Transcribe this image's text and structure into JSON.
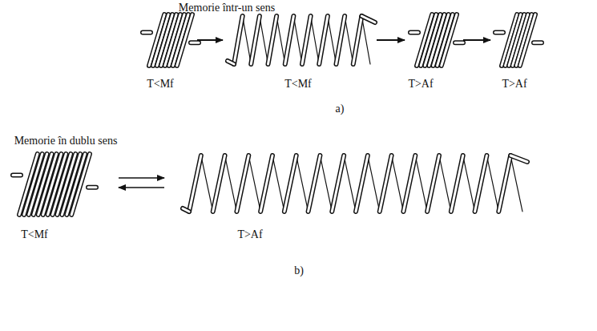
{
  "diagram": {
    "labels": [
      "Memorie într-un sens",
      "T<Mf",
      "T<Mf",
      "T>Af",
      "T>Af",
      "a)",
      "Memorie în dublu sens",
      "T<Mf",
      "T>Af",
      "b)"
    ]
  }
}
